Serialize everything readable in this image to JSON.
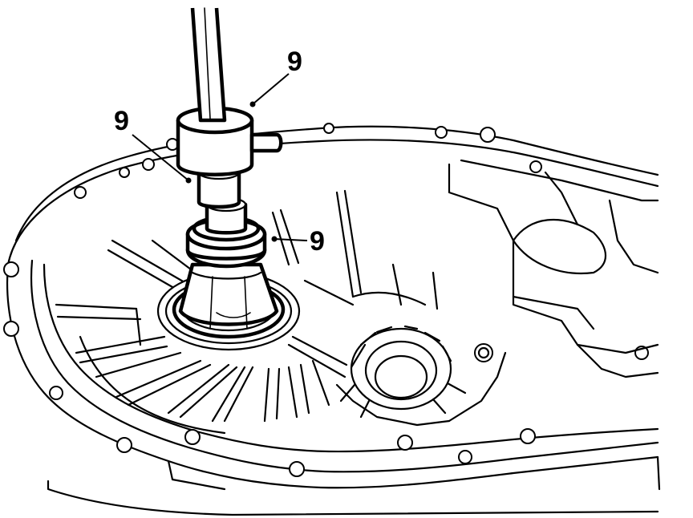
{
  "callouts": [
    {
      "id": "tool-handle",
      "label": "9"
    },
    {
      "id": "tool-body",
      "label": "9"
    },
    {
      "id": "seal-installer",
      "label": "9"
    }
  ],
  "colors": {
    "line": "#000000",
    "background": "#ffffff"
  }
}
